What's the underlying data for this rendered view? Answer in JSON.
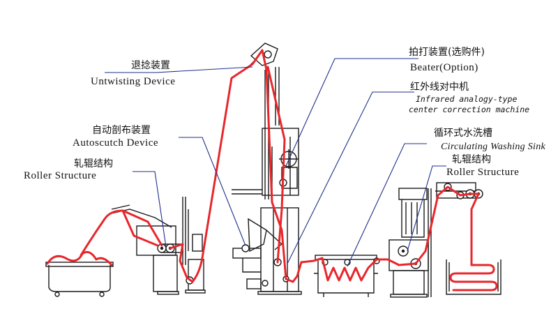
{
  "labels": {
    "untwisting_cn": "退捻装置",
    "untwisting_en": "Untwisting Device",
    "autoscutch_cn": "自动剖布装置",
    "autoscutch_en": "Autoscutch Device",
    "roller_left_cn": "轧辊结构",
    "roller_left_en": "Roller Structure",
    "beater_cn": "拍打装置(选购件)",
    "beater_en": "Beater(Option)",
    "infrared_cn": "红外线对中机",
    "infrared_en_1": "Infrared analogy-type",
    "infrared_en_2": "center correction machine",
    "sink_cn": "循环式水洗槽",
    "sink_en": "Circulating Washing Sink",
    "roller_right_cn": "轧辊结构",
    "roller_right_en": "Roller Structure"
  },
  "colors": {
    "fabric": "#e8262b",
    "leader": "#1d2f8c",
    "machine": "#1a1a1a",
    "text": "#111111"
  }
}
